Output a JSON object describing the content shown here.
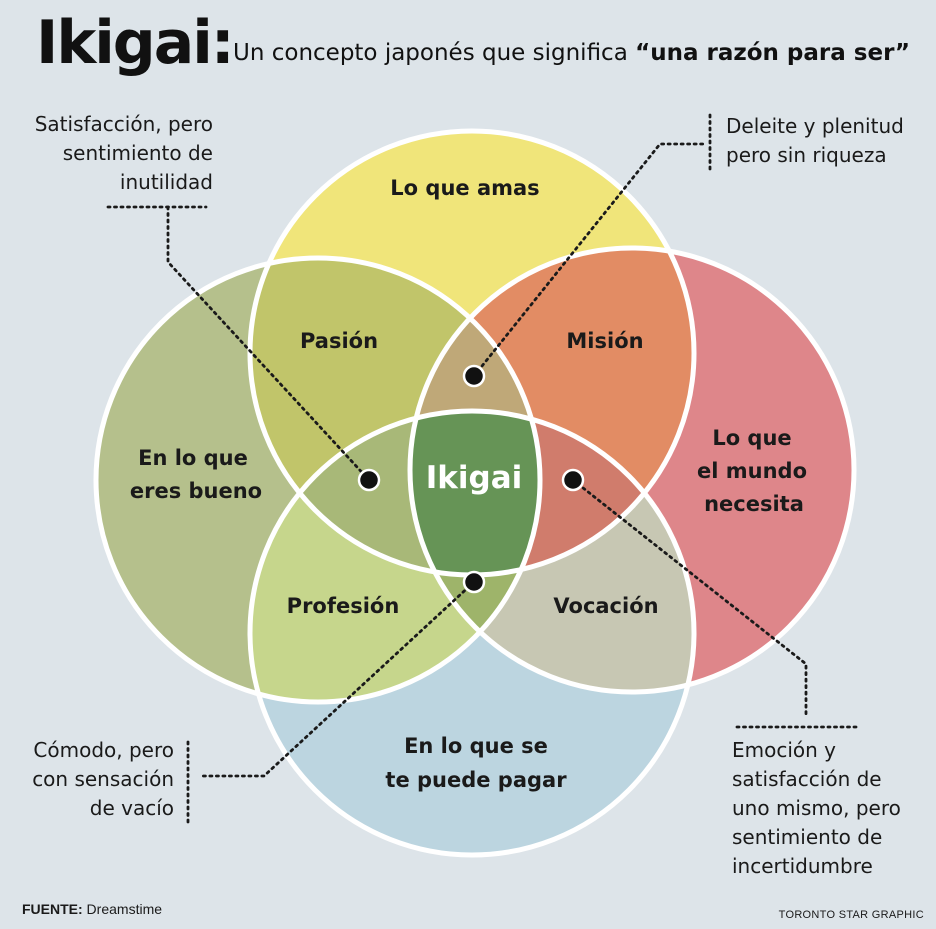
{
  "header": {
    "title": "Ikigai:",
    "subtitle_lead": "Un concepto japonés que significa ",
    "subtitle_quote": "“una razón para ser”"
  },
  "circles": {
    "love": {
      "label": "Lo que amas",
      "color": "#f0e57a"
    },
    "good": {
      "lines": [
        "En lo que",
        "eres bueno"
      ],
      "color": "#b5c08c"
    },
    "world": {
      "lines": [
        "Lo que",
        "el mundo",
        "necesita"
      ],
      "color": "#de868a"
    },
    "paid": {
      "lines": [
        "En lo que se",
        "te puede pagar"
      ],
      "color": "#bcd5e0"
    }
  },
  "overlaps": {
    "passion": {
      "label": "Pasión",
      "color": "#c1c56a"
    },
    "mission": {
      "label": "Misión",
      "color": "#e28c64"
    },
    "profession": {
      "label": "Profesión",
      "color": "#c6d68c"
    },
    "vocation": {
      "label": "Vocación",
      "color": "#c7c7b3"
    },
    "center": {
      "label": "Ikigai",
      "color": "#669456"
    }
  },
  "annotations": {
    "top_left": [
      "Satisfacción, pero",
      "sentimiento de",
      "inutilidad"
    ],
    "top_right": [
      "Deleite y plenitud",
      "pero sin riqueza"
    ],
    "bottom_left": [
      "Cómodo, pero",
      "con sensación",
      "de vacío"
    ],
    "bottom_right": [
      "Emoción y",
      "satisfacción de",
      "uno mismo, pero",
      "sentimiento de",
      "incertidumbre"
    ]
  },
  "footer": {
    "source_label": "FUENTE:",
    "source_value": " Dreamstime",
    "credit": "TORONTO STAR GRAPHIC"
  }
}
